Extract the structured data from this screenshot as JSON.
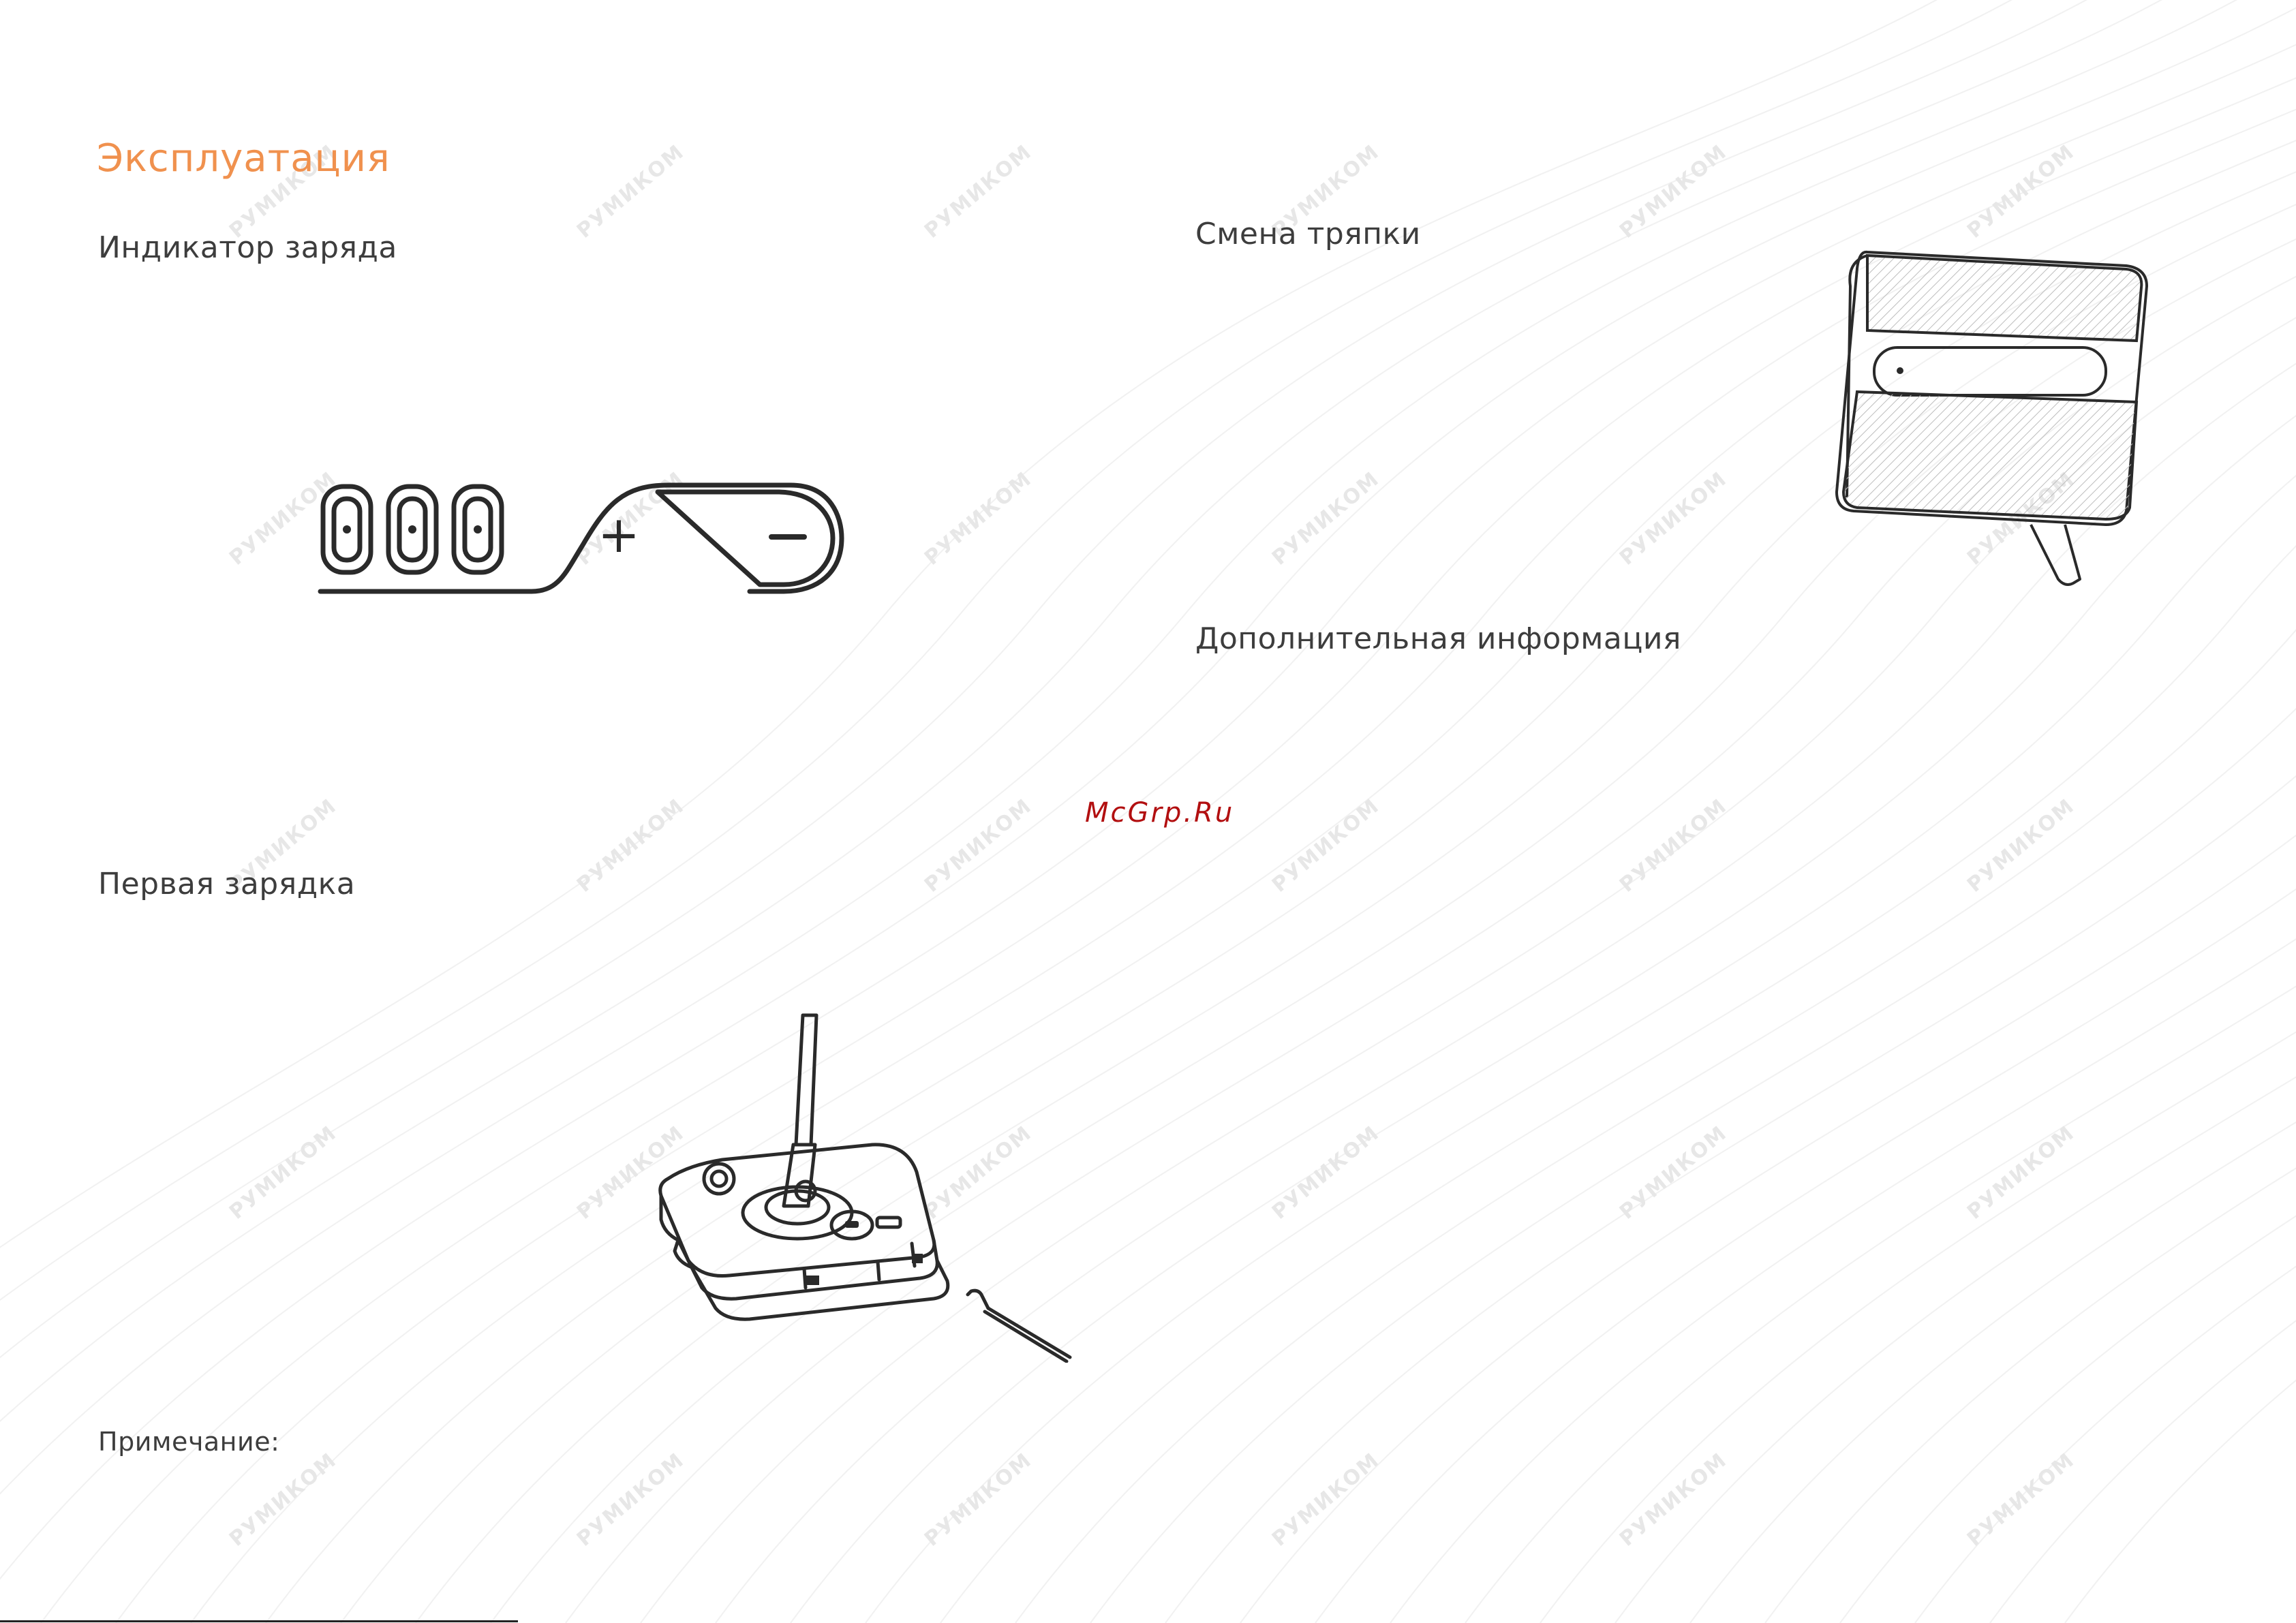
{
  "section_title": "Эксплуатация",
  "subheadings": {
    "charge_indicator": "Индикатор заряда",
    "first_charge": "Первая зарядка",
    "note": "Примечание:",
    "pad_change": "Смена тряпки",
    "additional_info": "Дополнительная информация"
  },
  "watermark_text": "РУМИКОМ",
  "source_link": "McGrp.Ru",
  "figures": {
    "charge_indicator": {
      "icon": "battery-charge-indicator-illustration",
      "plus_label": "+",
      "minus_label": "−"
    },
    "first_charge": {
      "icon": "mop-charging-illustration"
    },
    "pad_change": {
      "icon": "mop-pad-illustration"
    }
  },
  "colors": {
    "accent": "#f0914e",
    "heading": "#3d3d3d",
    "link": "#b20f10",
    "watermark": "#e7e7e7"
  }
}
